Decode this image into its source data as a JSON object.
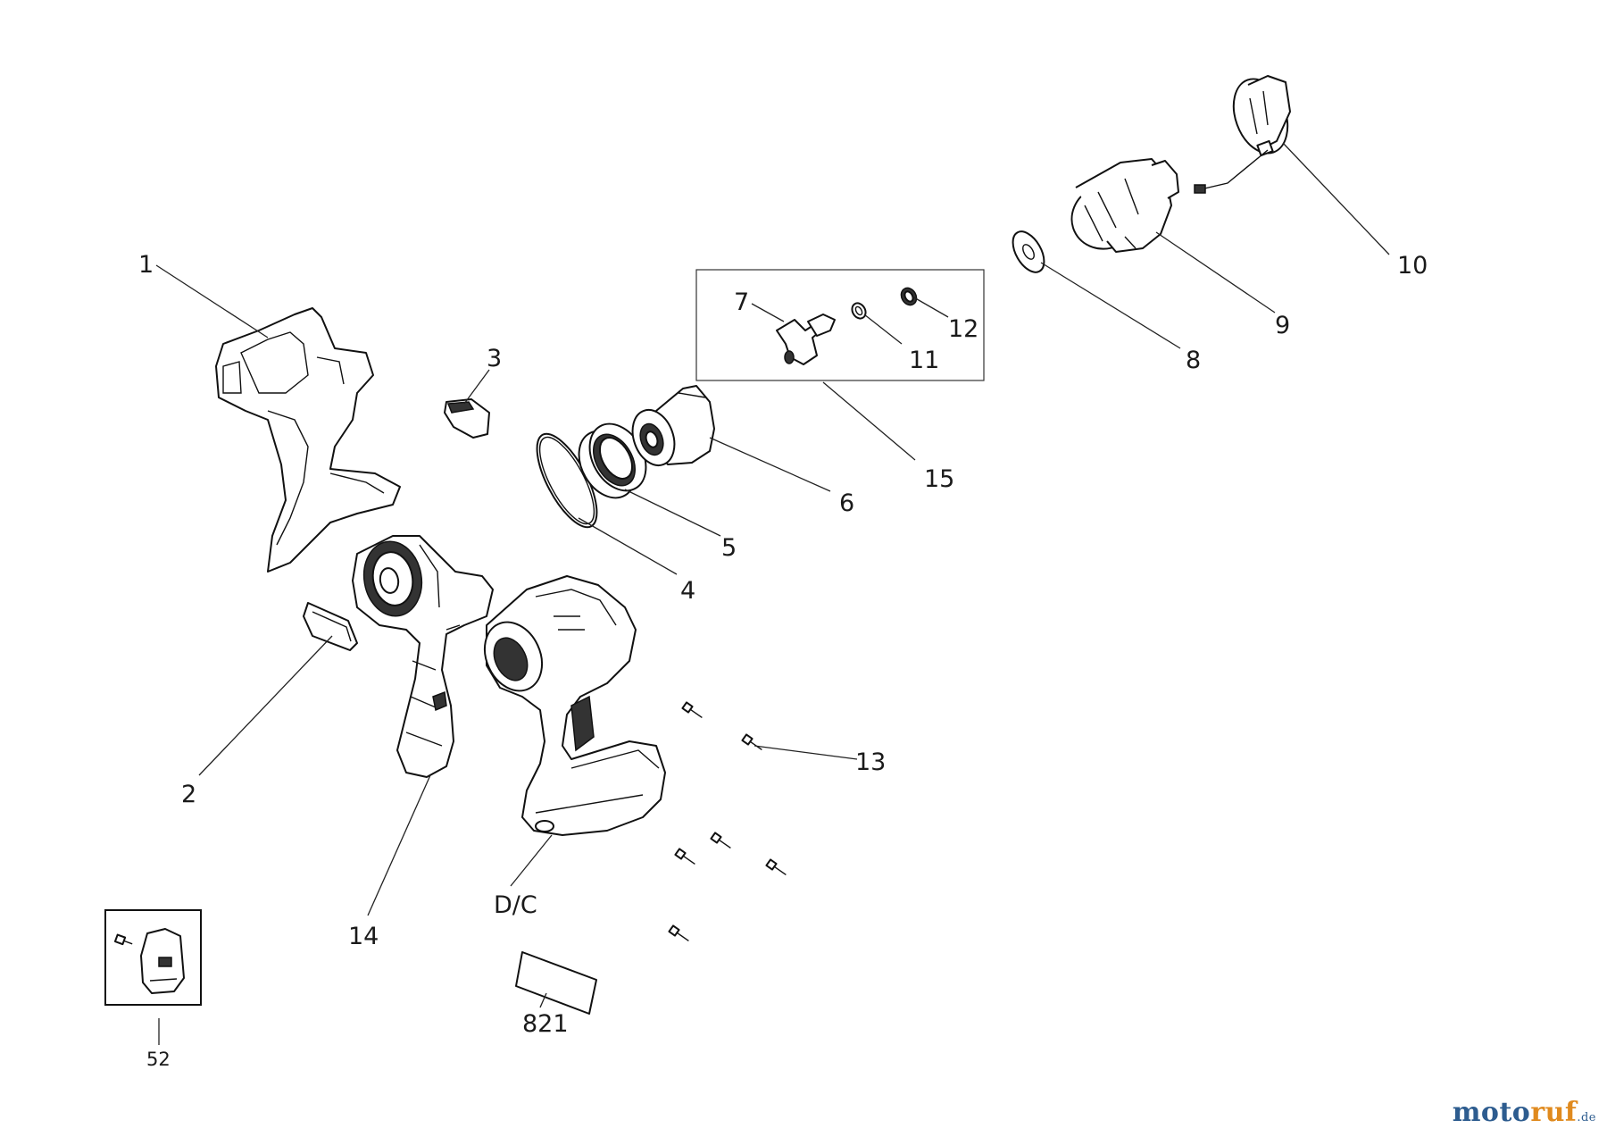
{
  "labels": {
    "p1": "1",
    "p2": "2",
    "p3": "3",
    "p4": "4",
    "p5": "5",
    "p6": "6",
    "p7": "7",
    "p8": "8",
    "p9": "9",
    "p10": "10",
    "p11": "11",
    "p12": "12",
    "p13": "13",
    "p14": "14",
    "p15": "15",
    "dc": "D/C",
    "p821": "821",
    "p52": "52"
  },
  "brand": {
    "name_a": "moto",
    "name_b": "ruf",
    "tld": ".de"
  },
  "colors": {
    "brand_blue": "#2d5c8f",
    "brand_orange": "#e08a1e",
    "line": "#111111"
  }
}
